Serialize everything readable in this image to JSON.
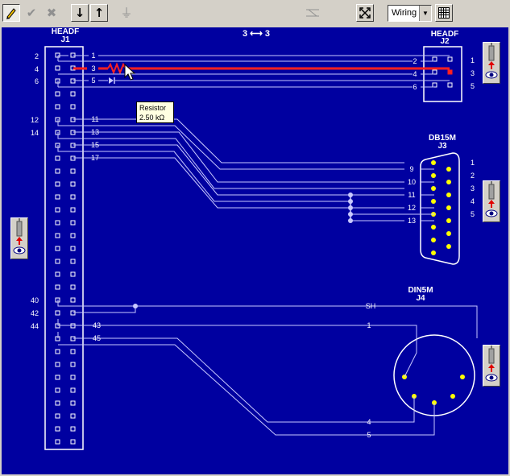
{
  "toolbar": {
    "wiring_mode": "Wiring"
  },
  "canvas": {
    "title": "3 ⟷ 3"
  },
  "connectors": {
    "j1": {
      "type": "HEADF",
      "ref": "J1",
      "pins_shown": [
        "2",
        "4",
        "6",
        "12",
        "14",
        "40",
        "42",
        "44"
      ]
    },
    "j2": {
      "type": "HEADF",
      "ref": "J2",
      "pins": [
        "1",
        "3",
        "5"
      ]
    },
    "j3": {
      "type": "DB15M",
      "ref": "J3",
      "pins": [
        "1",
        "2",
        "3",
        "4",
        "5"
      ]
    },
    "j4": {
      "type": "DIN5M",
      "ref": "J4"
    }
  },
  "wire_labels": {
    "j1_side": [
      "1",
      "3",
      "5",
      "11",
      "13",
      "15",
      "17",
      "43",
      "45"
    ],
    "j2_side": [
      "2",
      "4",
      "6"
    ],
    "j3_side": [
      "9",
      "10",
      "11",
      "12",
      "13"
    ],
    "j4_side": [
      "SH",
      "1",
      "4",
      "5"
    ]
  },
  "tooltip": {
    "line1": "Resistor",
    "line2": "2.50 kΩ"
  }
}
